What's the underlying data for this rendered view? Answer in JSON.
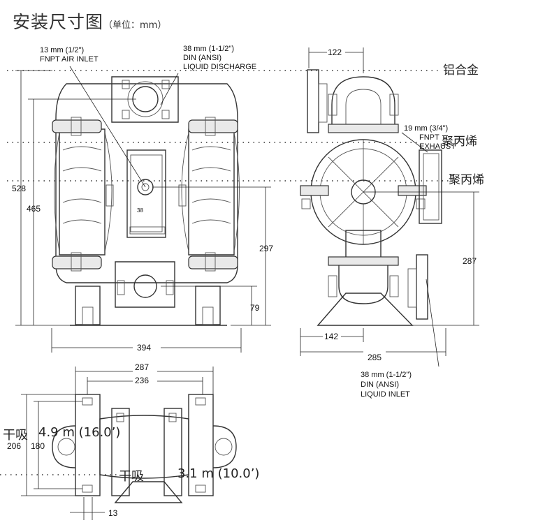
{
  "title": {
    "main": "安装尺寸图",
    "unit": "（单位：mm）"
  },
  "callouts": {
    "air_inlet": [
      "13 mm (1/2\")",
      "FNPT AIR INLET"
    ],
    "liquid_discharge": [
      "38 mm (1-1/2\")",
      "DIN (ANSI)",
      "LIQUID DISCHARGE"
    ],
    "exhaust": [
      "19 mm (3/4\")",
      "FNPT",
      "EXHAUST"
    ],
    "liquid_inlet": [
      "38 mm (1-1/2\")",
      "DIN (ANSI)",
      "LIQUID INLET"
    ]
  },
  "dimensions": {
    "front_width": "394",
    "front_height_total": "528",
    "front_height_inner": "465",
    "front_inlet_height": "297",
    "front_base_height": "79",
    "side_top_width": "122",
    "side_height": "287",
    "side_base_left": "142",
    "side_base_total": "285",
    "base_outer_width": "287",
    "base_inner_width": "236",
    "base_height_outer": "206",
    "base_height_inner": "180",
    "base_hole": "13"
  },
  "materials": {
    "top_right": "铝合金",
    "middle_right_1": "聚丙烯",
    "middle_right_2": "聚丙烯"
  },
  "suction": {
    "dry_1": "干吸",
    "value_1": "4.9 m (16.0’)",
    "dry_2": "干吸",
    "value_2": "3.1 m (10.0’)"
  },
  "front_view_marking": "38"
}
